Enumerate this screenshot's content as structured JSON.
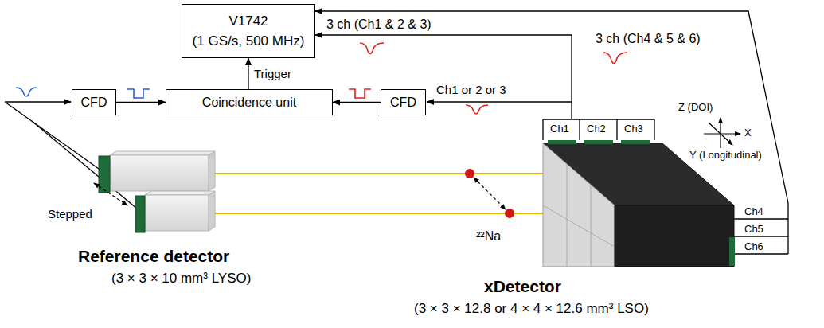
{
  "diagram": {
    "nodes": [
      {
        "text": [
          "V1742",
          "(1 GS/s, 500 MHz)"
        ]
      },
      {
        "text": [
          "CFD"
        ]
      },
      {
        "text": [
          "Coincidence unit"
        ]
      },
      {
        "text": [
          "CFD"
        ]
      }
    ],
    "edges": [
      {
        "from": 1,
        "to": 2,
        "arrow": "to"
      },
      {
        "from": 3,
        "to": 2,
        "arrow": "to"
      },
      {
        "from": 2,
        "to": 0,
        "arrow": "to",
        "label": "Trigger"
      }
    ],
    "labels": [
      "3 ch (Ch1 & 2 & 3)",
      "3 ch (Ch4 & 5 & 6)",
      "Ch1 or 2 or 3",
      "Ch1",
      "Ch2",
      "Ch3",
      "Z (DOI)",
      "X",
      "Y (Longitudinal)",
      "Stepped",
      "Ch4",
      "Ch5",
      "Ch6",
      "²²Na",
      "Reference detector",
      "(3 × 3 × 10 mm³ LYSO)",
      "xDetector",
      "(3 × 3 × 12.8 or 4 × 4 × 12.6 mm³ LSO)"
    ]
  }
}
